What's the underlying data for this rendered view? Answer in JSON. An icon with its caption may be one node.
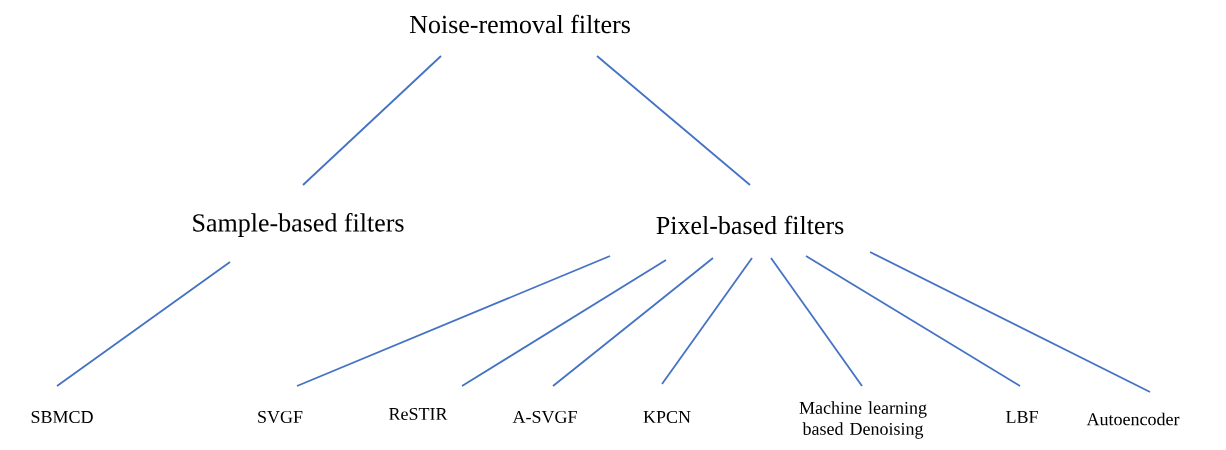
{
  "diagram": {
    "nodes": [
      {
        "text": [
          "Noise-removal filters"
        ]
      },
      {
        "text": [
          "Sample-based filters"
        ]
      },
      {
        "text": [
          "Pixel-based filters"
        ]
      },
      {
        "text": [
          "SBMCD"
        ]
      },
      {
        "text": [
          "SVGF"
        ]
      },
      {
        "text": [
          "ReSTIR"
        ]
      },
      {
        "text": [
          "A-SVGF"
        ]
      },
      {
        "text": [
          "KPCN"
        ]
      },
      {
        "text": [
          "Machine learning based Denoising"
        ]
      },
      {
        "text": [
          "LBF"
        ]
      },
      {
        "text": [
          "Autoencoder"
        ]
      }
    ],
    "edges": [
      {
        "from": 0,
        "to": 1,
        "arrow": "none"
      },
      {
        "from": 0,
        "to": 2,
        "arrow": "none"
      },
      {
        "from": 1,
        "to": 3,
        "arrow": "none"
      },
      {
        "from": 2,
        "to": 4,
        "arrow": "none"
      },
      {
        "from": 2,
        "to": 5,
        "arrow": "none"
      },
      {
        "from": 2,
        "to": 6,
        "arrow": "none"
      },
      {
        "from": 2,
        "to": 7,
        "arrow": "none"
      },
      {
        "from": 2,
        "to": 8,
        "arrow": "none"
      },
      {
        "from": 2,
        "to": 9,
        "arrow": "none"
      },
      {
        "from": 2,
        "to": 10,
        "arrow": "none"
      }
    ]
  }
}
